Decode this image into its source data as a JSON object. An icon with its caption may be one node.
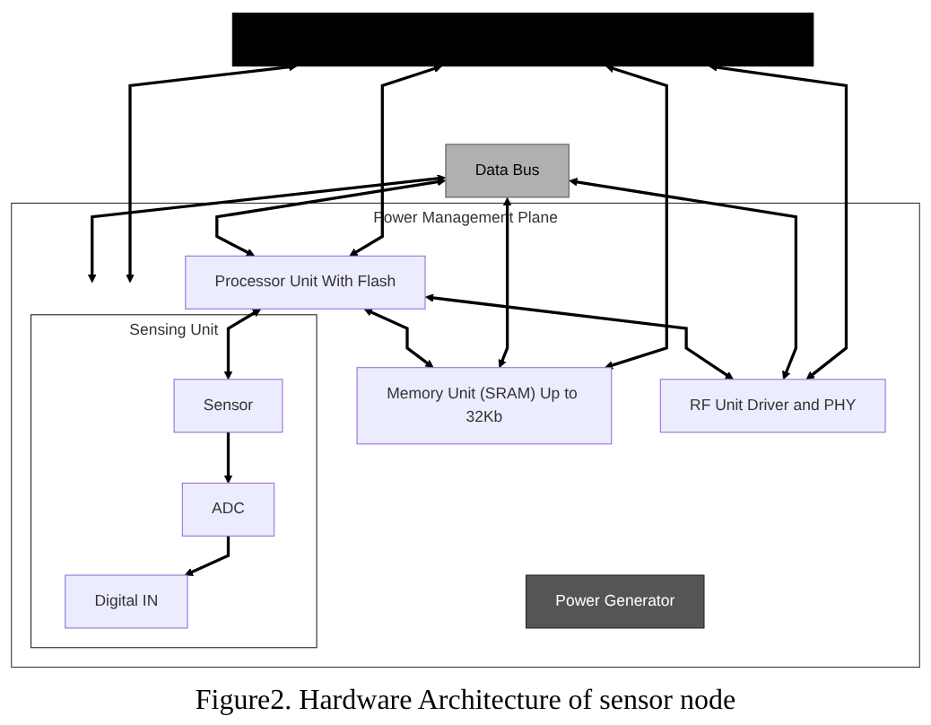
{
  "diagram": {
    "caption": "Figure2. Hardware Architecture of sensor node",
    "nodes": [
      {
        "text": [],
        "shape": "bar"
      },
      {
        "text": [
          "Data Bus"
        ]
      },
      {
        "text": [
          "Power Management Plane"
        ]
      },
      {
        "text": [
          "Sensing Unit"
        ],
        "in": 2
      },
      {
        "text": [
          "Digital IN"
        ],
        "in": 3
      },
      {
        "text": [
          "ADC"
        ],
        "in": 3
      },
      {
        "text": [
          "Sensor"
        ],
        "in": 3
      },
      {
        "text": [
          "Processor Unit With Flash"
        ],
        "in": 2
      },
      {
        "text": [
          "Memory Unit (SRAM) Up to 32Kb"
        ],
        "in": 2
      },
      {
        "text": [
          "RF Unit Driver and PHY"
        ],
        "in": 2
      },
      {
        "text": [
          "Power Generator"
        ],
        "in": 2
      }
    ],
    "edges": [
      {
        "from": 0,
        "to": 3,
        "arrow": "both"
      },
      {
        "from": 1,
        "to": 3,
        "arrow": "both"
      },
      {
        "from": 0,
        "to": 7,
        "arrow": "both"
      },
      {
        "from": 1,
        "to": 7,
        "arrow": "both"
      },
      {
        "from": 0,
        "to": 8,
        "arrow": "both"
      },
      {
        "from": 1,
        "to": 8,
        "arrow": "both"
      },
      {
        "from": 0,
        "to": 9,
        "arrow": "both"
      },
      {
        "from": 1,
        "to": 9,
        "arrow": "both"
      },
      {
        "from": 5,
        "to": 4,
        "arrow": "to"
      },
      {
        "from": 6,
        "to": 5,
        "arrow": "to"
      },
      {
        "from": 7,
        "to": 6,
        "arrow": "both"
      },
      {
        "from": 7,
        "to": 9,
        "arrow": "both"
      },
      {
        "from": 7,
        "to": 8,
        "arrow": "both"
      }
    ]
  }
}
